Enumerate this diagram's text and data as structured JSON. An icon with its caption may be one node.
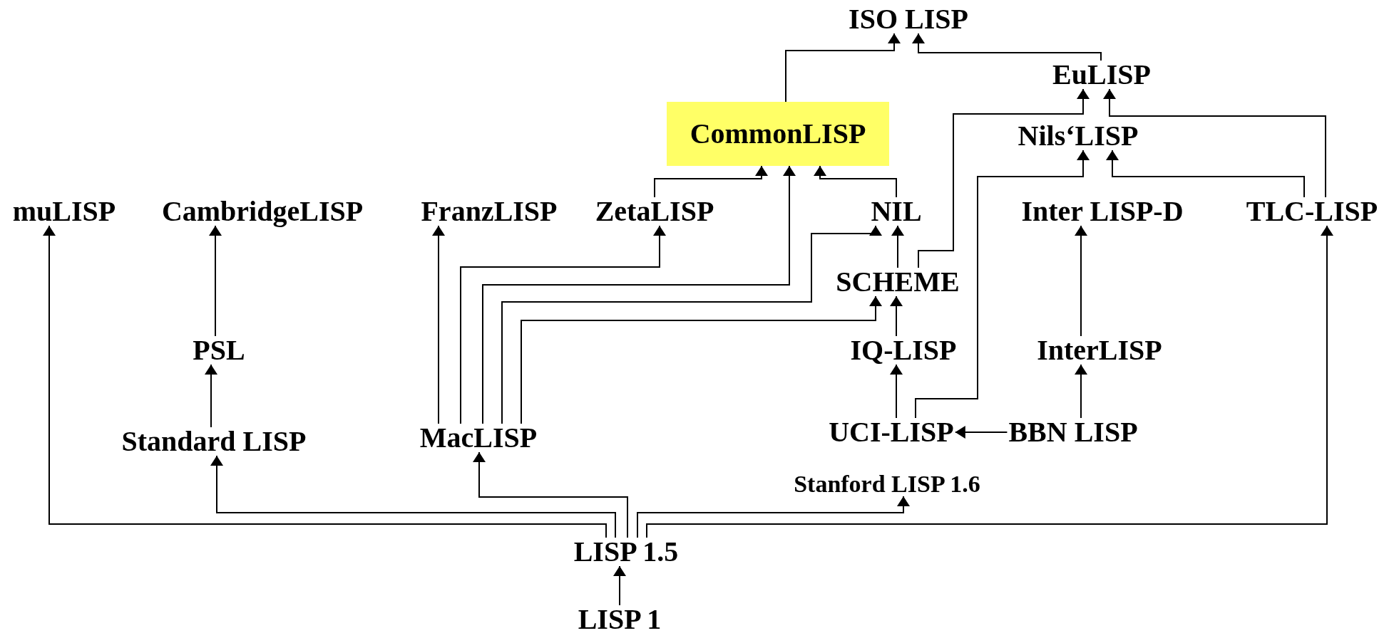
{
  "diagram": {
    "nodes": [
      {
        "text": [
          "ISO LISP"
        ]
      },
      {
        "text": [
          "EuLISP"
        ]
      },
      {
        "text": [
          "CommonLISP"
        ]
      },
      {
        "text": [
          "Nils‘LISP"
        ]
      },
      {
        "text": [
          "muLISP"
        ]
      },
      {
        "text": [
          "CambridgeLISP"
        ]
      },
      {
        "text": [
          "FranzLISP"
        ]
      },
      {
        "text": [
          "ZetaLISP"
        ]
      },
      {
        "text": [
          "NIL"
        ]
      },
      {
        "text": [
          "Inter LISP-D"
        ]
      },
      {
        "text": [
          "TLC-LISP"
        ]
      },
      {
        "text": [
          "SCHEME"
        ]
      },
      {
        "text": [
          "PSL"
        ]
      },
      {
        "text": [
          "IQ-LISP"
        ]
      },
      {
        "text": [
          "InterLISP"
        ]
      },
      {
        "text": [
          "Standard LISP"
        ]
      },
      {
        "text": [
          "MacLISP"
        ]
      },
      {
        "text": [
          "UCI-LISP"
        ]
      },
      {
        "text": [
          "BBN LISP"
        ]
      },
      {
        "text": [
          "Stanford LISP 1.6"
        ]
      },
      {
        "text": [
          "LISP 1.5"
        ]
      },
      {
        "text": [
          "LISP 1"
        ]
      }
    ],
    "edges": [
      {
        "from": 21,
        "to": 20,
        "arrow": "to"
      },
      {
        "from": 20,
        "to": 4,
        "arrow": "to"
      },
      {
        "from": 20,
        "to": 15,
        "arrow": "to"
      },
      {
        "from": 20,
        "to": 16,
        "arrow": "to"
      },
      {
        "from": 20,
        "to": 19,
        "arrow": "to"
      },
      {
        "from": 20,
        "to": 10,
        "arrow": "to"
      },
      {
        "from": 15,
        "to": 12,
        "arrow": "to"
      },
      {
        "from": 12,
        "to": 5,
        "arrow": "to"
      },
      {
        "from": 16,
        "to": 6,
        "arrow": "to"
      },
      {
        "from": 16,
        "to": 7,
        "arrow": "to"
      },
      {
        "from": 16,
        "to": 2,
        "arrow": "to"
      },
      {
        "from": 16,
        "to": 8,
        "arrow": "to"
      },
      {
        "from": 16,
        "to": 11,
        "arrow": "to"
      },
      {
        "from": 7,
        "to": 2,
        "arrow": "to"
      },
      {
        "from": 8,
        "to": 2,
        "arrow": "to"
      },
      {
        "from": 11,
        "to": 8,
        "arrow": "to"
      },
      {
        "from": 11,
        "to": 1,
        "arrow": "to"
      },
      {
        "from": 13,
        "to": 11,
        "arrow": "to"
      },
      {
        "from": 17,
        "to": 13,
        "arrow": "to"
      },
      {
        "from": 17,
        "to": 3,
        "arrow": "to"
      },
      {
        "from": 18,
        "to": 17,
        "arrow": "to"
      },
      {
        "from": 18,
        "to": 14,
        "arrow": "to"
      },
      {
        "from": 14,
        "to": 9,
        "arrow": "to"
      },
      {
        "from": 10,
        "to": 3,
        "arrow": "to"
      },
      {
        "from": 10,
        "to": 1,
        "arrow": "to"
      },
      {
        "from": 2,
        "to": 0,
        "arrow": "to"
      },
      {
        "from": 1,
        "to": 0,
        "arrow": "to"
      }
    ]
  }
}
